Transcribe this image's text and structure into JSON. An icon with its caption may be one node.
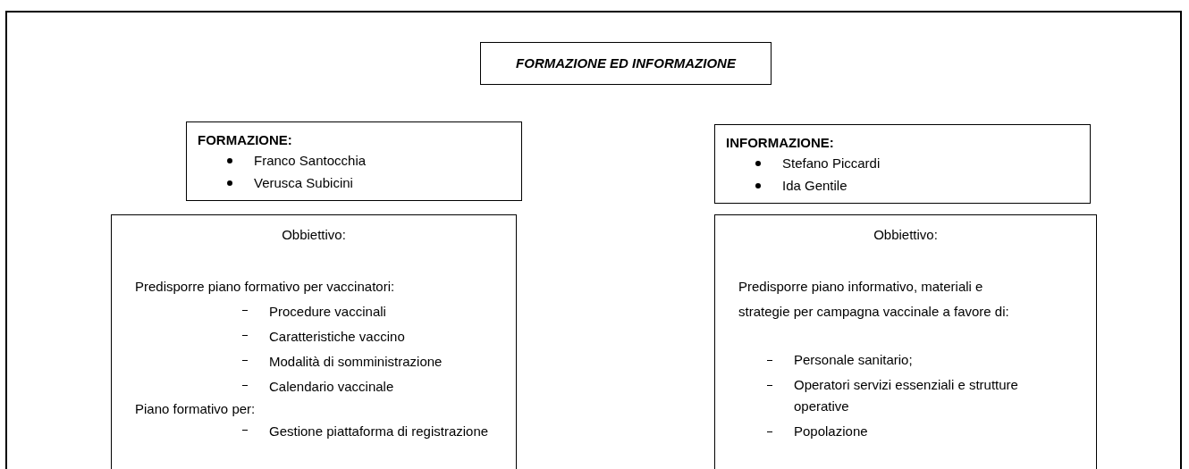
{
  "diagram": {
    "nodes": [
      {
        "text": [],
        "shape": "box"
      },
      {
        "text": [
          "FORMAZIONE ED INFORMAZIONE"
        ],
        "in": 0
      },
      {
        "text": [
          "FORMAZIONE:",
          "Franco Santocchia",
          "Verusca Subicini"
        ],
        "in": 0
      },
      {
        "text": [
          "INFORMAZIONE:",
          "Stefano Piccardi",
          "Ida Gentile"
        ],
        "in": 0
      },
      {
        "text": [
          "Obbiettivo:",
          "Predisporre piano formativo per vaccinatori:",
          "Procedure vaccinali",
          "Caratteristiche vaccino",
          "Modalità di somministrazione",
          "Calendario vaccinale",
          "Piano formativo per:",
          "Gestione piattaforma di registrazione"
        ],
        "in": 0
      },
      {
        "text": [
          "Obbiettivo:",
          "Predisporre piano informativo, materiali e strategie per  campagna vaccinale a favore di:",
          "Personale sanitario;",
          "Operatori servizi essenziali e strutture operative",
          "Popolazione"
        ],
        "in": 0
      }
    ],
    "edges": []
  }
}
